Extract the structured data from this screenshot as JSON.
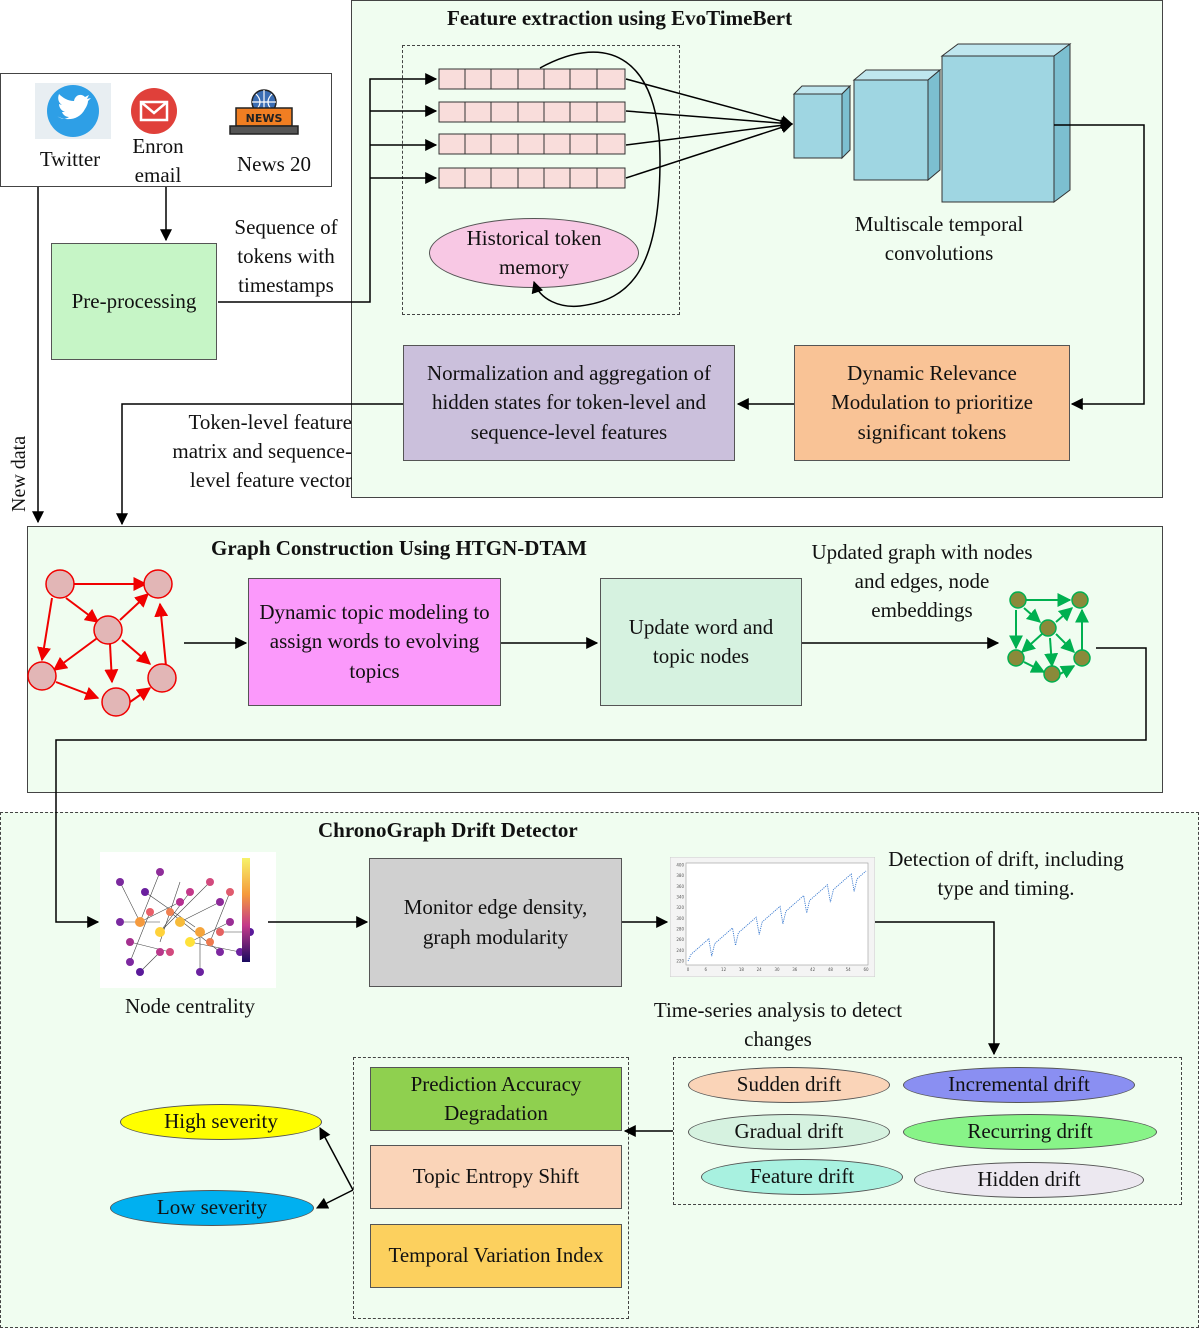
{
  "sources": {
    "twitter": "Twitter",
    "enron": "Enron email",
    "news": "News 20",
    "news_badge": "NEWS"
  },
  "preprocessing": {
    "box": "Pre-processing",
    "output_label": "Sequence of tokens with timestamps"
  },
  "new_data_label": "New data",
  "feature_section": {
    "title": "Feature extraction using  EvoTimeBert",
    "memory": "Historical token memory",
    "convolutions_label": "Multiscale temporal convolutions",
    "relevance": "Dynamic Relevance Modulation  to prioritize significant tokens",
    "normalization": "Normalization and aggregation of  hidden states for token-level and sequence-level features",
    "output_label": "Token-level feature matrix and sequence-level feature vector"
  },
  "graph_section": {
    "title": "Graph Construction Using  HTGN-DTAM",
    "topic_modeling": "Dynamic topic modeling to assign words to evolving topics",
    "update_nodes": "Update word and topic nodes",
    "updated_graph_label": "Updated graph with nodes and edges, node embeddings"
  },
  "drift_section": {
    "title": "ChronoGraph Drift Detector",
    "node_centrality": "Node centrality",
    "monitor": "Monitor edge density, graph modularity",
    "detection_label": "Detection of drift, including type and timing.",
    "timeseries_label": "Time-series analysis to detect changes",
    "drift_types": {
      "sudden": "Sudden drift",
      "incremental": "Incremental drift",
      "gradual": "Gradual drift",
      "recurring": "Recurring drift",
      "feature": "Feature drift",
      "hidden": "Hidden drift"
    },
    "metrics": {
      "accuracy": "Prediction Accuracy Degradation",
      "entropy": "Topic Entropy Shift",
      "temporal": "Temporal Variation Index"
    },
    "severity": {
      "high": "High severity",
      "low": "Low severity"
    },
    "chart_ticks": {
      "y": [
        "400",
        "380",
        "360",
        "340",
        "320",
        "300",
        "280",
        "260",
        "240",
        "220"
      ],
      "x": [
        "0",
        "6",
        "12",
        "18",
        "24",
        "30",
        "36",
        "42",
        "48",
        "54",
        "60"
      ]
    }
  },
  "colors": {
    "panel_bg": "#f0fdf0",
    "preprocessing": "#c6f5c6",
    "normalization": "#cbc0dc",
    "relevance": "#f9c396",
    "memory": "#f8c8e4",
    "topic_modeling": "#fb99fb",
    "update_nodes": "#d6f2e0",
    "monitor": "#d0d0d0",
    "accuracy": "#8fd04f",
    "entropy": "#fad4b8",
    "temporal": "#fcd05e",
    "high_severity": "#ffff00",
    "low_severity": "#00b0f0",
    "graph_red": "#f00000",
    "graph_green": "#00b050",
    "cube": "#9fd6e2"
  }
}
